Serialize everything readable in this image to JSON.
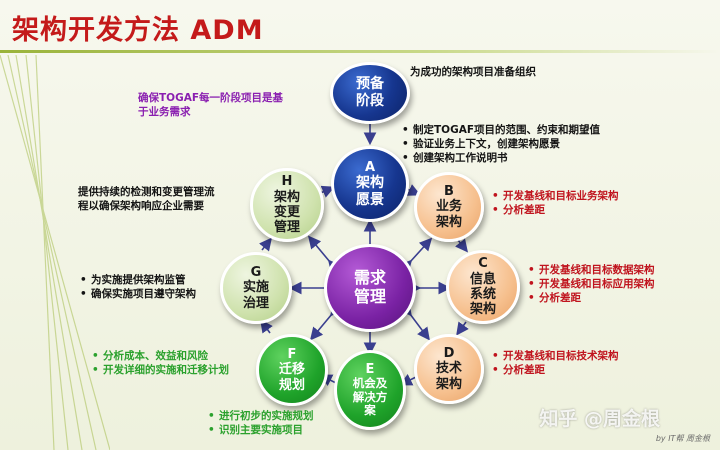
{
  "title": "架构开发方法 ADM",
  "nodes": {
    "prelim": {
      "line1": "预备",
      "line2": "阶段"
    },
    "a": {
      "letter": "A",
      "line1": "架构",
      "line2": "愿景"
    },
    "b": {
      "letter": "B",
      "line1": "业务",
      "line2": "架构"
    },
    "c": {
      "letter": "C",
      "line1": "信息",
      "line2": "系统",
      "line3": "架构"
    },
    "d": {
      "letter": "D",
      "line1": "技术",
      "line2": "架构"
    },
    "e": {
      "letter": "E",
      "line1": "机会及",
      "line2": "解决方",
      "line3": "案"
    },
    "f": {
      "letter": "F",
      "line1": "迁移",
      "line2": "规划"
    },
    "g": {
      "letter": "G",
      "line1": "实施",
      "line2": "治理"
    },
    "h": {
      "letter": "H",
      "line1": "架构",
      "line2": "变更",
      "line3": "管理"
    },
    "center": {
      "line1": "需求",
      "line2": "管理"
    }
  },
  "notes": {
    "prelim": "为成功的架构项目准备组织",
    "requirements": [
      "确保TOGAF每一阶段项目是基",
      "于业务需求"
    ],
    "a": [
      "制定TOGAF项目的范围、约束和期望值",
      "验证业务上下文，创建架构愿景",
      "创建架构工作说明书"
    ],
    "b": [
      "开发基线和目标业务架构",
      "分析差距"
    ],
    "c": [
      "开发基线和目标数据架构",
      "开发基线和目标应用架构",
      "分析差距"
    ],
    "d": [
      "开发基线和目标技术架构",
      "分析差距"
    ],
    "e": [
      "进行初步的实施规划",
      "识别主要实施项目"
    ],
    "f": [
      "分析成本、效益和风险",
      "开发详细的实施和迁移计划"
    ],
    "g": [
      "为实施提供架构监管",
      "确保实施项目遵守架构"
    ],
    "h": [
      "提供持续的检测和变更管理流",
      "程以确保架构响应企业需要"
    ]
  },
  "watermark": "知乎 @周金根",
  "credit": "by IT帮 周金根",
  "colors": {
    "title": "#c41a1a",
    "navy": "#16368f",
    "purple": "#7a22a4",
    "peach": "#f6c08e",
    "sage": "#cfe2ad",
    "green": "#1fa32a",
    "note_red": "#c0141e",
    "note_purple": "#8a1fb0",
    "note_green": "#2ba12d",
    "arrow": "#3a3f8f"
  }
}
